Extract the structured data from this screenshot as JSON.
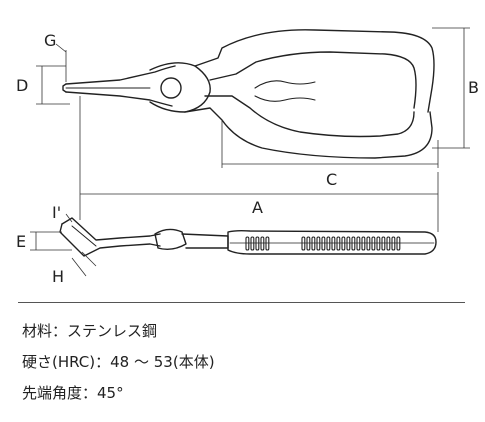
{
  "diagram": {
    "labels": {
      "A": "A",
      "B": "B",
      "C": "C",
      "D": "D",
      "E": "E",
      "G": "G",
      "H": "H",
      "I": "I'"
    }
  },
  "specs": {
    "material": "材料：ステンレス鋼",
    "hardness": "硬さ(HRC)：48 ～ 53(本体)",
    "tip_angle": "先端角度：45°"
  }
}
